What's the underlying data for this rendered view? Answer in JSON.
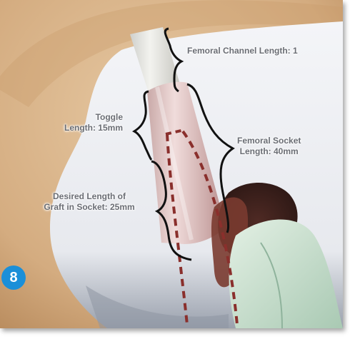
{
  "figure": {
    "step_number": "8",
    "labels": {
      "femoral_channel": "Femoral Channel Length: 1",
      "toggle_line1": "Toggle",
      "toggle_line2": "Length: 15mm",
      "socket_line1": "Femoral Socket",
      "socket_line2": "Length: 40mm",
      "graft_line1": "Desired Length of",
      "graft_line2": "Graft in Socket: 25mm"
    }
  },
  "colors": {
    "badge": "#1b8fd8",
    "bone_outer": "#d9b48c",
    "bone_inner": "#f2f3f6",
    "tunnel": "#e9d2d1",
    "dashes": "#8a2f2c",
    "graft": "#7a3b30",
    "tissue": "#cfe6d4",
    "brackets": "#111111",
    "label_text": "#6a6d74"
  }
}
